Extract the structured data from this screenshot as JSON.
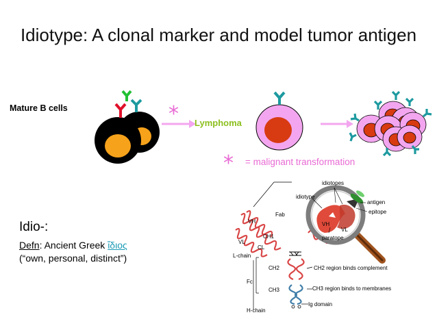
{
  "title": "Idiotype: A clonal marker and model tumor antigen",
  "mature_b_cells": "Mature B cells",
  "lymphoma": "Lymphoma",
  "star_symbol": "*",
  "legend_text": "= malignant  transformation",
  "idio": {
    "heading": "Idio-:",
    "defn_label": "Defn",
    "defn_text": ": Ancient Greek ",
    "greek_word": "ἴδιος",
    "meaning": "(“own, personal, distinct”)"
  },
  "antibody_diagram": {
    "labels": {
      "idiotopes": "idiotopes",
      "idiotype": "idiotype",
      "antigen": "antigen",
      "epitope": "epitope",
      "paratope": "paratope",
      "fab": "Fab",
      "vh_top": "VH",
      "ch1": "CH1",
      "vl_left": "VL",
      "cl": "CL",
      "l_chain": "L-chain",
      "ch2": "CH2",
      "ch3": "CH3",
      "fc": "Fc",
      "h_chain": "H-chain",
      "vh_lens": "VH",
      "vl_lens": "VL",
      "ch2_note": "CH2 region binds complement",
      "ch3_note": "CH3 region binds to membranes",
      "ig_domain": "Ig domain"
    }
  },
  "colors": {
    "star": "#e86ad4",
    "lymphoma_label": "#8cbf1e",
    "pink_cell": "#f3a6ef",
    "nucleus": "#d83a12",
    "receptor_teal": "#1d9aa0",
    "receptor_red": "#e0102a",
    "receptor_green": "#22c033",
    "arrow": "#f3a6ef",
    "greek_link": "#1a9bb5"
  }
}
